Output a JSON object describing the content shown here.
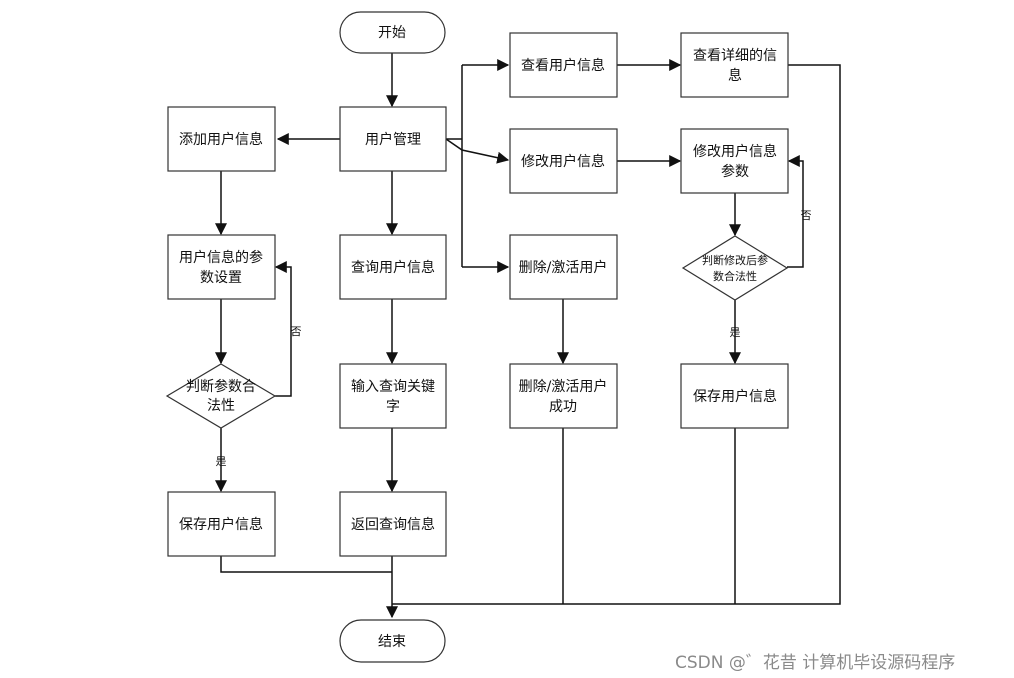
{
  "nodes": {
    "start": "开始",
    "user_mgmt": "用户管理",
    "add_user": "添加用户信息",
    "param_setup": [
      "用户信息的参",
      "数设置"
    ],
    "check_params": [
      "判断参数合",
      "法性"
    ],
    "save_left": "保存用户信息",
    "query_user": "查询用户信息",
    "input_keyword": [
      "输入查询关键",
      "字"
    ],
    "return_query": "返回查询信息",
    "view_user": "查看用户信息",
    "view_detail": [
      "查看详细的信",
      "息"
    ],
    "modify_user": "修改用户信息",
    "modify_params": [
      "修改用户信息",
      "参数"
    ],
    "check_modified": [
      "判断修改后参",
      "数合法性"
    ],
    "save_right": "保存用户信息",
    "delete_user": "删除/激活用户",
    "delete_success": [
      "删除/激活用户",
      "成功"
    ],
    "end": "结束"
  },
  "edge_labels": {
    "no_left": "否",
    "yes_left": "是",
    "no_right": "否",
    "yes_right": "是"
  },
  "watermark": "CSDN @゛花昔  计算机毕设源码程序"
}
